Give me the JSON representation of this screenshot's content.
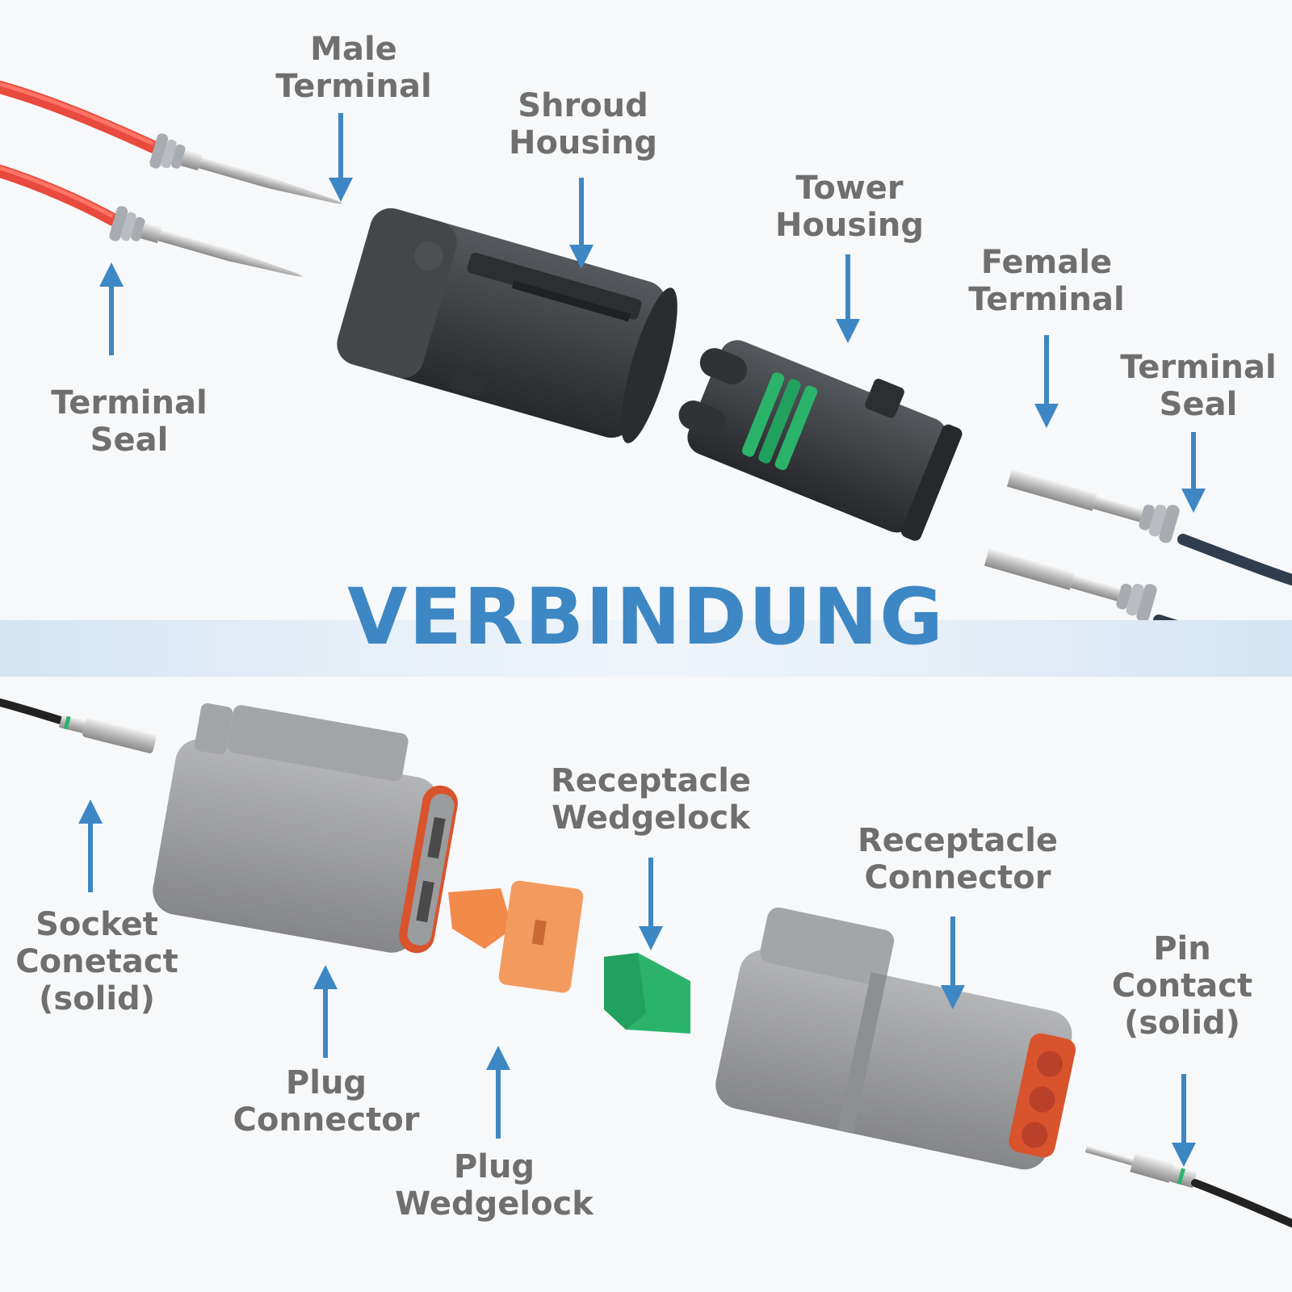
{
  "title": "VERBINDUNG",
  "colors": {
    "accent": "#3d87c4",
    "label": "#6f6f6f",
    "red_wire": "#f0564a",
    "dark_wire": "#2f3d4d",
    "black_housing": "#3a3d40",
    "gray_housing": "#9b9c9e",
    "orange_wedgelock": "#f28a4a",
    "green_wedgelock": "#2bb36a",
    "seal_ring": "#d9532c"
  },
  "labels": {
    "male_terminal": [
      "Male",
      "Terminal"
    ],
    "shroud_housing": [
      "Shroud",
      "Housing"
    ],
    "tower_housing": [
      "Tower",
      "Housing"
    ],
    "female_terminal": [
      "Female",
      "Terminal"
    ],
    "terminal_seal_left": [
      "Terminal",
      "Seal"
    ],
    "terminal_seal_right": [
      "Terminal",
      "Seal"
    ],
    "receptacle_wedgelock": [
      "Receptacle",
      "Wedgelock"
    ],
    "receptacle_connector": [
      "Receptacle",
      "Connector"
    ],
    "socket_contact": [
      "Socket",
      "Conetact",
      "(solid)"
    ],
    "plug_connector": [
      "Plug",
      "Connector"
    ],
    "plug_wedgelock": [
      "Plug",
      "Wedgelock"
    ],
    "pin_contact": [
      "Pin",
      "Contact",
      "(solid)"
    ]
  }
}
